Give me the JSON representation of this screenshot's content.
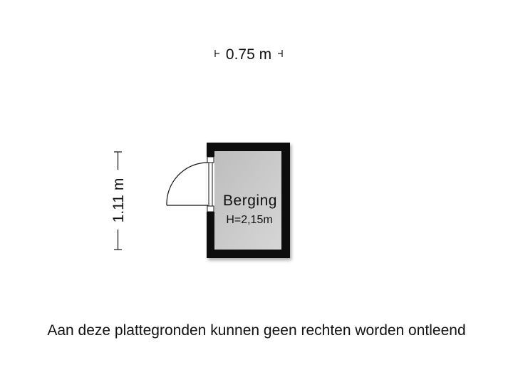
{
  "floorplan": {
    "width_dimension": "0.75 m",
    "height_dimension": "1.11 m",
    "room": {
      "name": "Berging",
      "height_label": "H=2,15m"
    },
    "colors": {
      "wall": "#111111",
      "floor": "#c8c8c8",
      "background": "#ffffff",
      "line": "#111111"
    }
  },
  "footer": {
    "disclaimer": "Aan deze plattegronden kunnen geen rechten worden ontleend"
  }
}
